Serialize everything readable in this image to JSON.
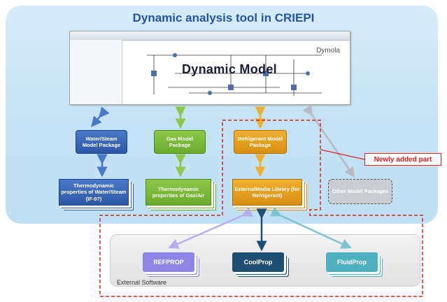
{
  "title": "Dynamic analysis tool in CRIEPI",
  "model_window": {
    "heading": "Dynamic Model",
    "app_label": "Dymola"
  },
  "packages": {
    "water": "Water/Steam Model Package",
    "gas": "Gas Model Package",
    "refrigerant": "Refrigerant Model Package",
    "other": "Other Model Packages"
  },
  "libraries": {
    "water": "Thermodynamic properties of Water/Steam (IF-97)",
    "gas": "Thermodynamic properties of Gas/Air",
    "external_media": "ExternalMedia Library (for Refrigerant)"
  },
  "callout": "Newly added part",
  "external": {
    "label": "External Software",
    "tools": [
      "REFPROP",
      "CoolProp",
      "FluidProp"
    ]
  },
  "colors": {
    "blue": "#2c58a6",
    "green": "#6aaa2c",
    "orange": "#d88f10",
    "refprop": "#8e86e6",
    "coolprop": "#1e4f73",
    "fluidprop": "#4fb1c0",
    "highlight": "#e02020"
  }
}
